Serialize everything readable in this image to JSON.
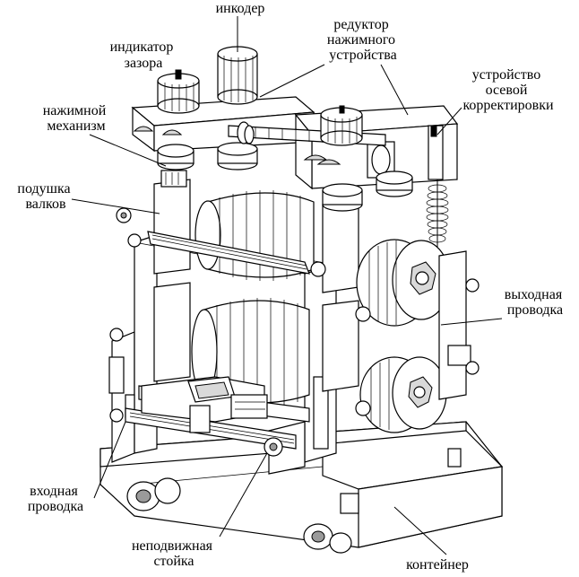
{
  "labels": {
    "encoder": "инкодер",
    "gap_indicator": [
      "индикатор",
      "зазора"
    ],
    "screwdown_reducer": [
      "редуктор",
      "нажимного",
      "устройства"
    ],
    "axial_adjust": [
      "устройство",
      "осевой",
      "корректировки"
    ],
    "screwdown_mechanism": [
      "нажимной",
      "механизм"
    ],
    "roll_chock": [
      "подушка",
      "валков"
    ],
    "exit_guide": [
      "выходная",
      "проводка"
    ],
    "entry_guide": [
      "входная",
      "проводка"
    ],
    "fixed_stand": [
      "неподвижная",
      "стойка"
    ],
    "container": "контейнер"
  }
}
